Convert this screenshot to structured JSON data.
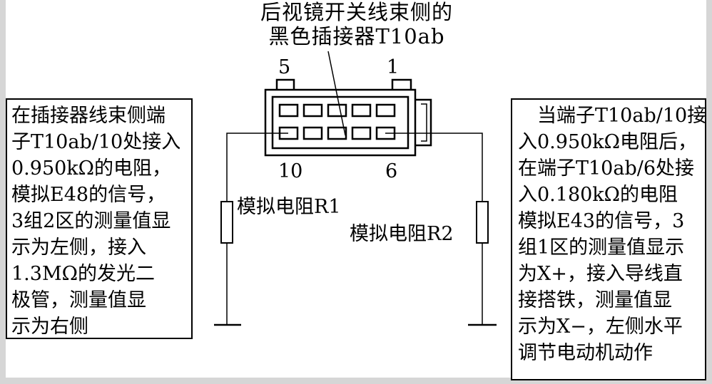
{
  "title": {
    "line1": "后视镜开关线束侧的",
    "line2": "黑色插接器T10ab"
  },
  "connector": {
    "pin_left": "5",
    "pin_right": "1",
    "pin_bottom_left": "10",
    "pin_bottom_right": "6"
  },
  "resistors": {
    "r1_label": "模拟电阻R1",
    "r2_label": "模拟电阻R2"
  },
  "left_box": {
    "lines": [
      "在插接器线束侧端",
      "子T10ab/10处接入",
      "0.950kΩ的电阻，",
      "模拟E48的信号，",
      "3组2区的测量值显",
      "示为左侧，接入",
      "1.3MΩ的发光二",
      "极管，测量值显",
      "示为右侧"
    ]
  },
  "right_box": {
    "lines": [
      "当端子T10ab/10接",
      "入0.950kΩ电阻后，",
      "在端子T10ab/6处接",
      "入0.180kΩ的电阻",
      "模拟E43的信号，3",
      "组1区的测量值显示",
      "为X+，接入导线直",
      "接搭铁，测量值显",
      "示为X−，左侧水平",
      "调节电动机动作"
    ]
  }
}
